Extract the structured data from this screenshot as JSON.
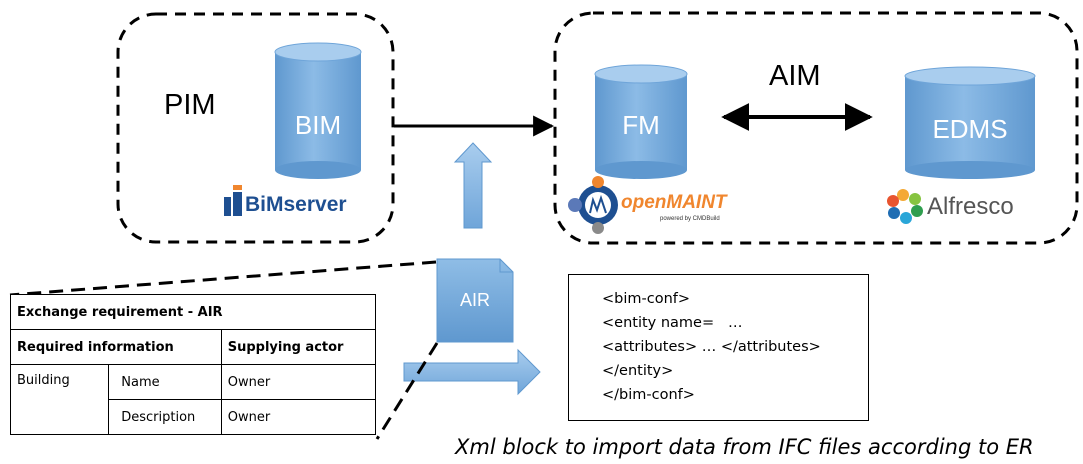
{
  "zones": {
    "pim_label": "PIM",
    "aim_label": "AIM"
  },
  "cylinders": {
    "bim": "BIM",
    "fm": "FM",
    "edms": "EDMS"
  },
  "document": {
    "air_label": "AIR"
  },
  "logos": {
    "bimserver": "BiMserver",
    "openmaint": "openMAINT",
    "openmaint_powered": "powered by CMDBuild",
    "alfresco": "Alfresco"
  },
  "exchange_table": {
    "title": "Exchange requirement - AIR",
    "header_info": "Required information",
    "header_actor": "Supplying actor",
    "entity": "Building",
    "rows": [
      {
        "attribute": "Name",
        "actor": "Owner"
      },
      {
        "attribute": "Description",
        "actor": "Owner"
      }
    ]
  },
  "xml_block": {
    "lines": [
      "<bim-conf>",
      "<entity name=   …",
      "<attributes> … </attributes>",
      "</entity>",
      "</bim-conf>"
    ]
  },
  "caption": "Xml block to import data from IFC files according to ER",
  "colors": {
    "cylinder_fill": "#7fb0de",
    "cylinder_top": "#a9cdee",
    "arrow_fill": "#8fbde6",
    "openmaint_orange": "#f0862e",
    "bimserver_blue": "#1e4f91"
  }
}
